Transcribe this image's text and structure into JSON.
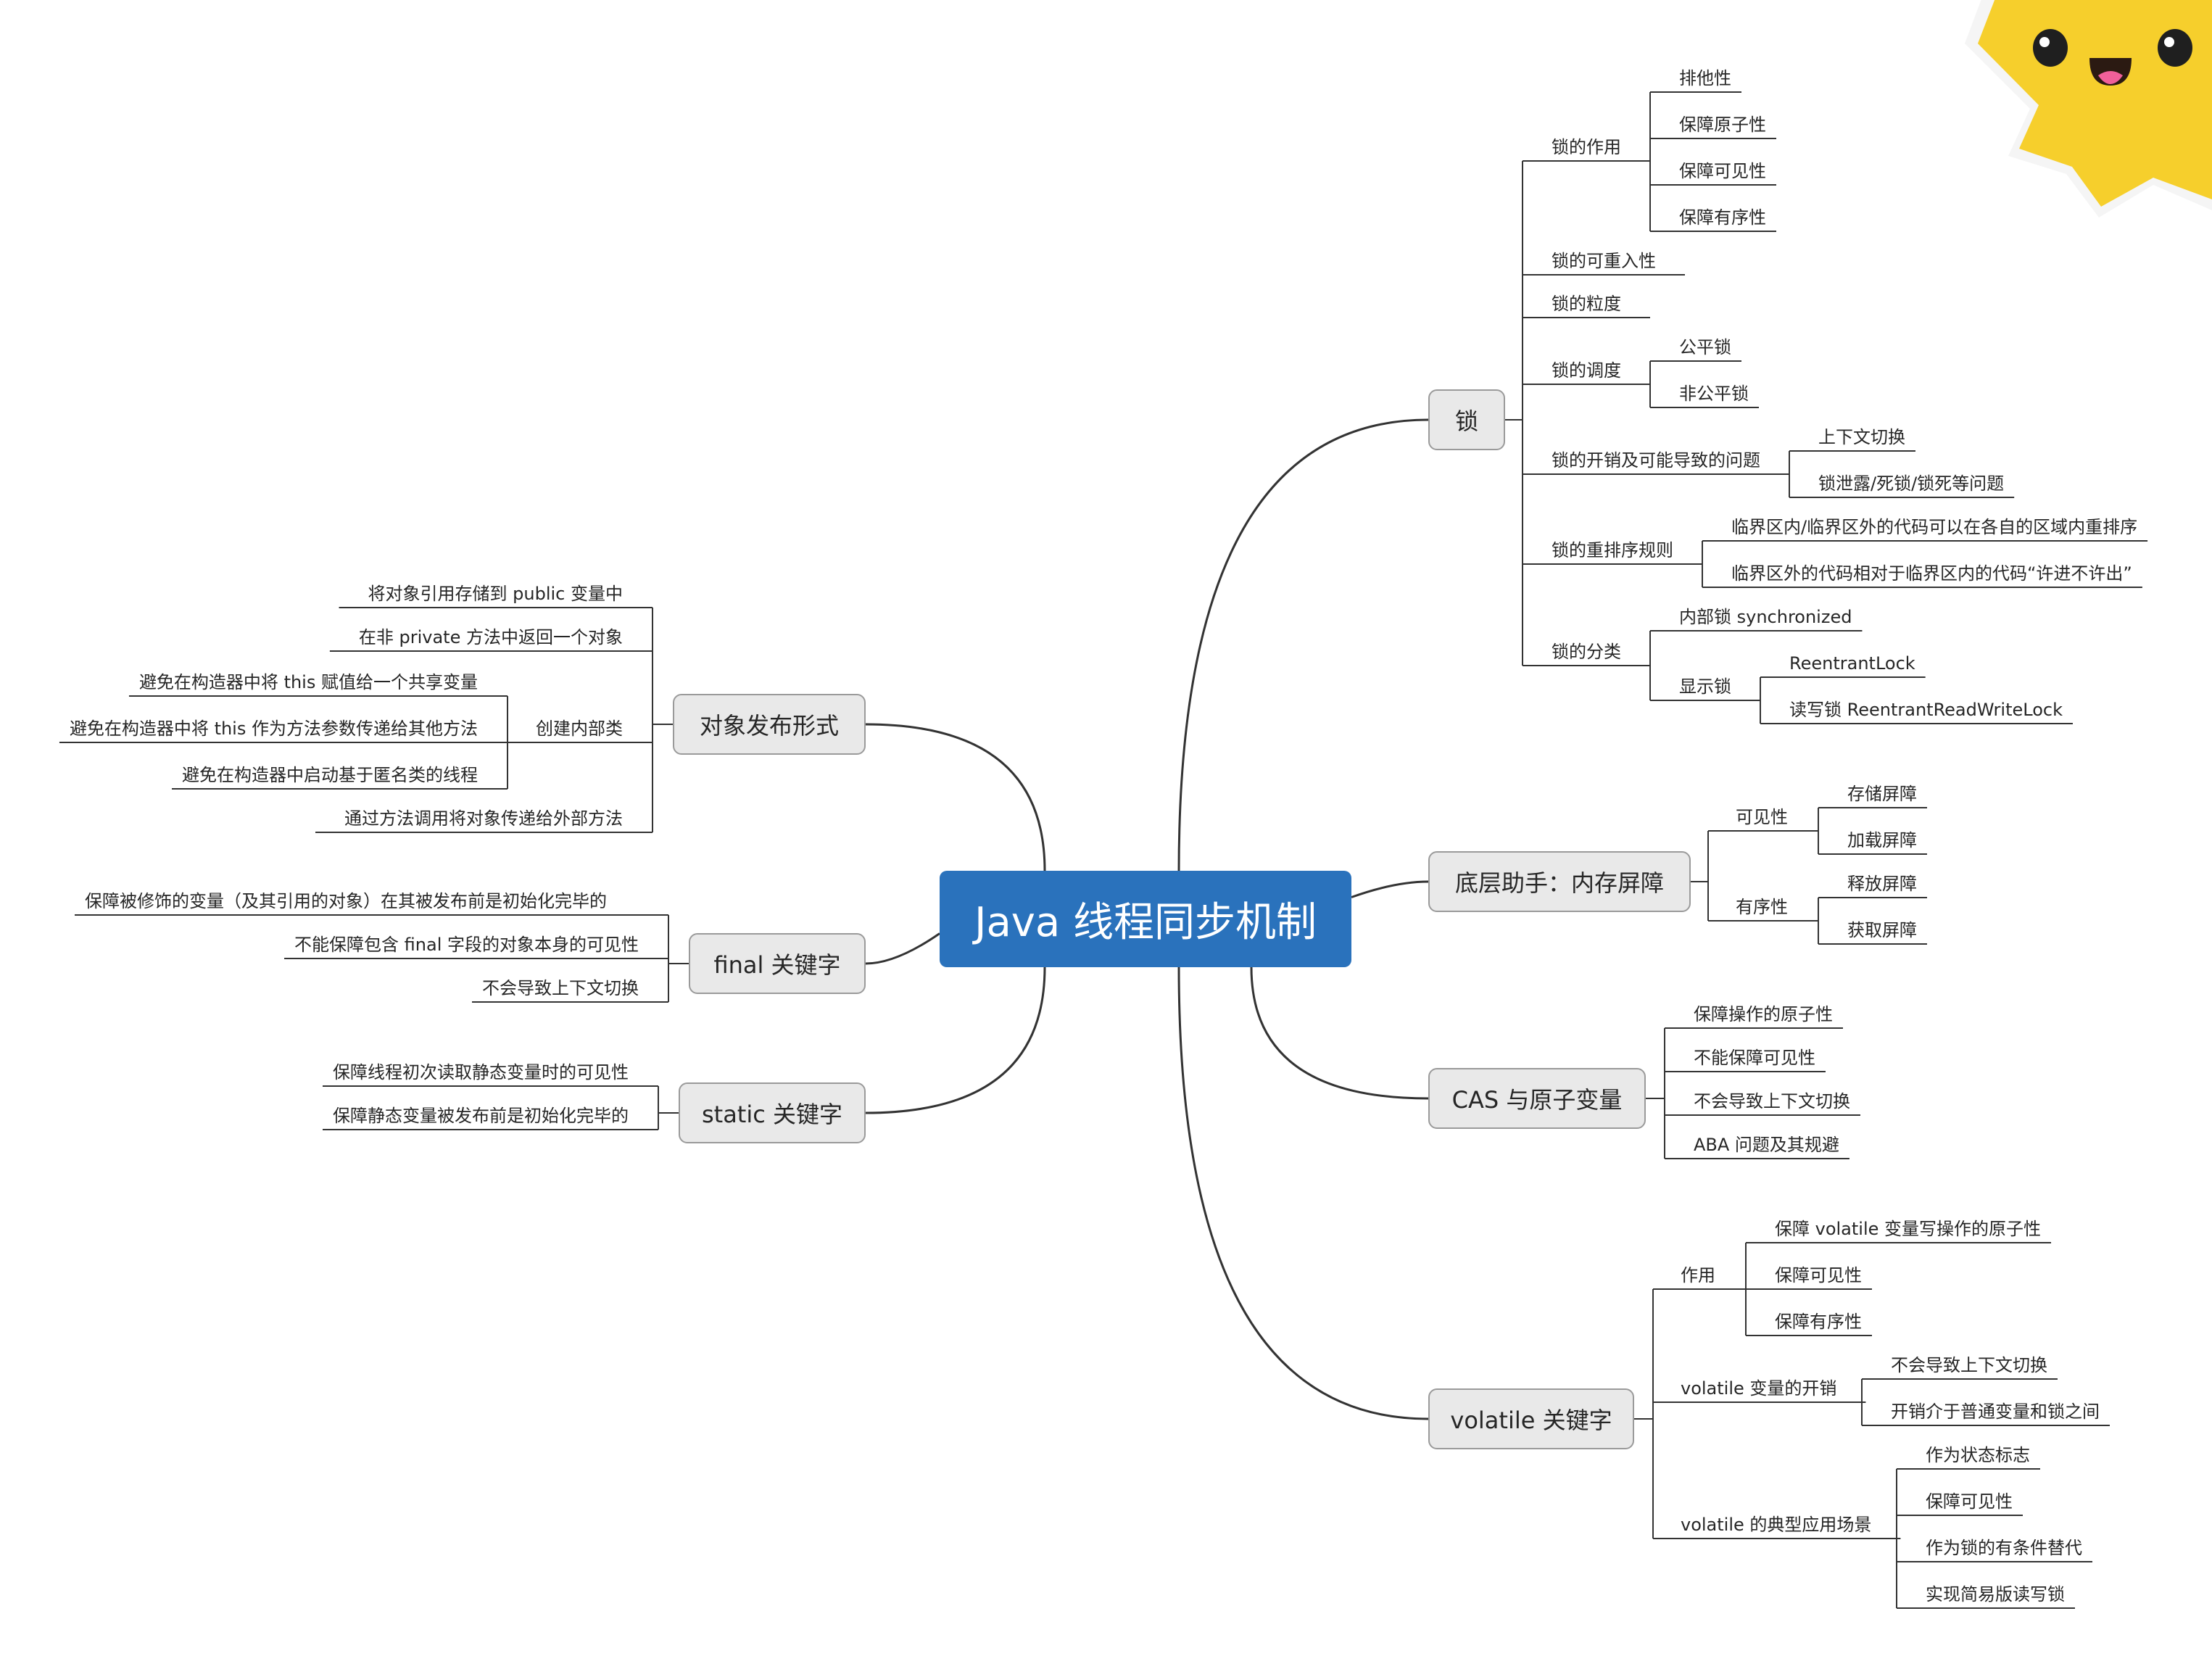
{
  "root": "Java 线程同步机制",
  "right": [
    {
      "label": "锁",
      "children": [
        {
          "label": "锁的作用",
          "children": [
            {
              "label": "排他性"
            },
            {
              "label": "保障原子性"
            },
            {
              "label": "保障可见性"
            },
            {
              "label": "保障有序性"
            }
          ]
        },
        {
          "label": "锁的可重入性"
        },
        {
          "label": "锁的粒度"
        },
        {
          "label": "锁的调度",
          "children": [
            {
              "label": "公平锁"
            },
            {
              "label": "非公平锁"
            }
          ]
        },
        {
          "label": "锁的开销及可能导致的问题",
          "children": [
            {
              "label": "上下文切换"
            },
            {
              "label": "锁泄露/死锁/锁死等问题"
            }
          ]
        },
        {
          "label": "锁的重排序规则",
          "children": [
            {
              "label": "临界区内/临界区外的代码可以在各自的区域内重排序"
            },
            {
              "label": "临界区外的代码相对于临界区内的代码“许进不许出”"
            }
          ]
        },
        {
          "label": "锁的分类",
          "children": [
            {
              "label": "内部锁 synchronized"
            },
            {
              "label": "显示锁",
              "children": [
                {
                  "label": "ReentrantLock"
                },
                {
                  "label": "读写锁 ReentrantReadWriteLock"
                }
              ]
            }
          ]
        }
      ]
    },
    {
      "label": "底层助手：内存屏障",
      "children": [
        {
          "label": "可见性",
          "children": [
            {
              "label": "存储屏障"
            },
            {
              "label": "加载屏障"
            }
          ]
        },
        {
          "label": "有序性",
          "children": [
            {
              "label": "释放屏障"
            },
            {
              "label": "获取屏障"
            }
          ]
        }
      ]
    },
    {
      "label": "CAS 与原子变量",
      "children": [
        {
          "label": "保障操作的原子性"
        },
        {
          "label": "不能保障可见性"
        },
        {
          "label": "不会导致上下文切换"
        },
        {
          "label": "ABA 问题及其规避"
        }
      ]
    },
    {
      "label": "volatile 关键字",
      "children": [
        {
          "label": "作用",
          "children": [
            {
              "label": "保障 volatile 变量写操作的原子性"
            },
            {
              "label": "保障可见性"
            },
            {
              "label": "保障有序性"
            }
          ]
        },
        {
          "label": "volatile 变量的开销",
          "children": [
            {
              "label": "不会导致上下文切换"
            },
            {
              "label": "开销介于普通变量和锁之间"
            }
          ]
        },
        {
          "label": "volatile 的典型应用场景",
          "children": [
            {
              "label": "作为状态标志"
            },
            {
              "label": "保障可见性"
            },
            {
              "label": "作为锁的有条件替代"
            },
            {
              "label": "实现简易版读写锁"
            }
          ]
        }
      ]
    }
  ],
  "left": [
    {
      "label": "对象发布形式",
      "children": [
        {
          "label": "将对象引用存储到 public 变量中"
        },
        {
          "label": "在非 private 方法中返回一个对象"
        },
        {
          "label": "创建内部类",
          "children": [
            {
              "label": "避免在构造器中将 this 赋值给一个共享变量"
            },
            {
              "label": "避免在构造器中将 this 作为方法参数传递给其他方法"
            },
            {
              "label": "避免在构造器中启动基于匿名类的线程"
            }
          ]
        },
        {
          "label": "通过方法调用将对象传递给外部方法"
        }
      ]
    },
    {
      "label": "final 关键字",
      "children": [
        {
          "label": "保障被修饰的变量（及其引用的对象）在其被发布前是初始化完毕的"
        },
        {
          "label": "不能保障包含 final 字段的对象本身的可见性"
        },
        {
          "label": "不会导致上下文切换"
        }
      ]
    },
    {
      "label": "static 关键字",
      "children": [
        {
          "label": "保障线程初次读取静态变量时的可见性"
        },
        {
          "label": "保障静态变量被发布前是初始化完毕的"
        }
      ]
    }
  ],
  "colors": {
    "root": "#2a72bc",
    "box": "#e9e9e9",
    "line": "#333333",
    "star": "#f6cf2c"
  }
}
